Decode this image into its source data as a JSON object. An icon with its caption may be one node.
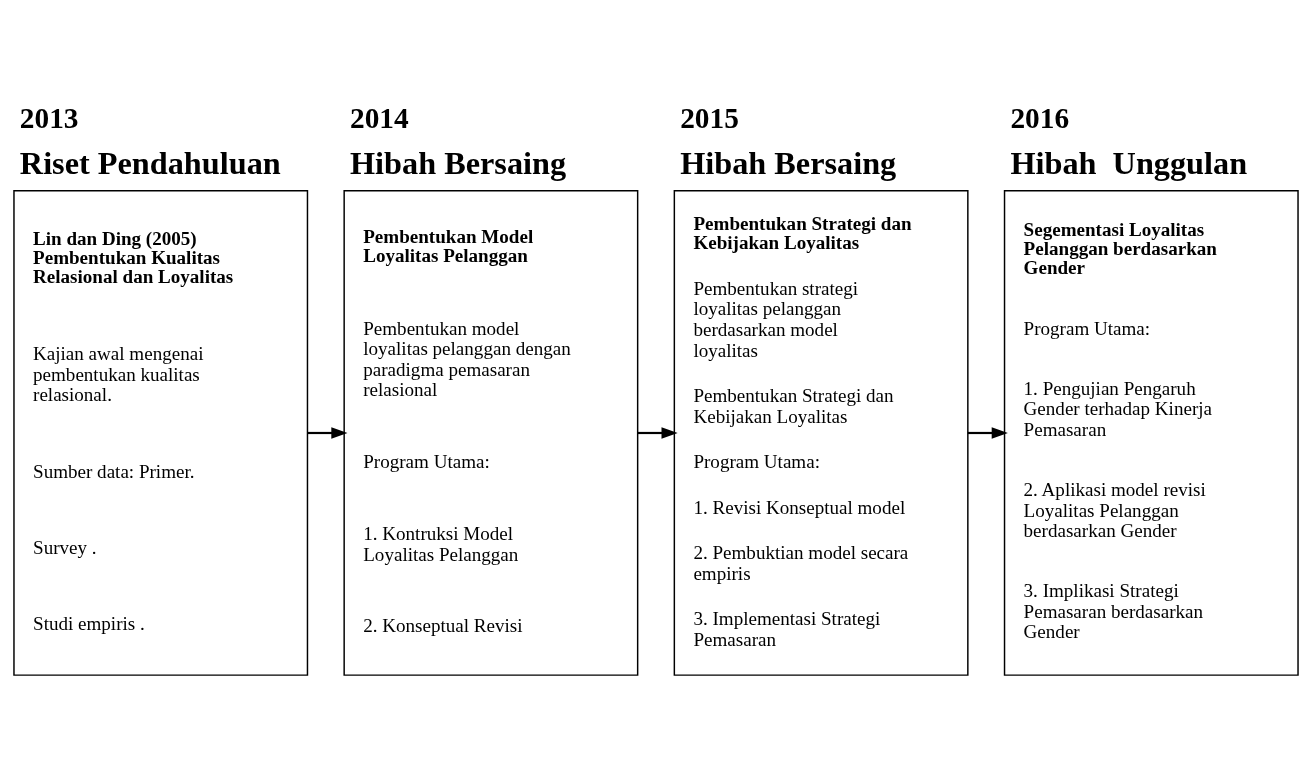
{
  "diagram": {
    "nodes": [
      {
        "beside": [
          "2013",
          "Riset Pendahuluan"
        ],
        "text": [
          "Lin dan Ding (2005) Pembentukan Kualitas Relasional dan Loyalitas",
          "Kajian awal mengenai pembentukan kualitas relasional.",
          "Sumber data: Primer.",
          "Survey .",
          "Studi empiris ."
        ]
      },
      {
        "beside": [
          "2014",
          "Hibah Bersaing"
        ],
        "text": [
          "Pembentukan Model Loyalitas Pelanggan",
          "Pembentukan model loyalitas pelanggan dengan paradigma pemasaran relasional",
          "Program Utama:",
          "1. Kontruksi Model Loyalitas Pelanggan",
          "2. Konseptual Revisi"
        ]
      },
      {
        "beside": [
          "2015",
          "Hibah Bersaing"
        ],
        "text": [
          "Pembentukan Strategi dan Kebijakan Loyalitas",
          "Pembentukan strategi loyalitas pelanggan berdasarkan model loyalitas",
          "Pembentukan Strategi dan Kebijakan Loyalitas",
          "Program Utama:",
          "1. Revisi Konseptual model",
          "2. Pembuktian model secara empiris",
          "3. Implementasi Strategi Pemasaran"
        ]
      },
      {
        "beside": [
          "2016",
          "Hibah  Unggulan"
        ],
        "text": [
          "Segementasi Loyalitas Pelanggan berdasarkan Gender",
          "Program Utama:",
          "1. Pengujian Pengaruh Gender terhadap Kinerja Pemasaran",
          "2. Aplikasi model revisi Loyalitas Pelanggan berdasarkan Gender",
          "3. Implikasi Strategi Pemasaran berdasarkan Gender"
        ]
      }
    ],
    "edges": [
      {
        "from": 0,
        "to": 1,
        "arrow": "to"
      },
      {
        "from": 1,
        "to": 2,
        "arrow": "to"
      },
      {
        "from": 2,
        "to": 3,
        "arrow": "to"
      }
    ]
  }
}
